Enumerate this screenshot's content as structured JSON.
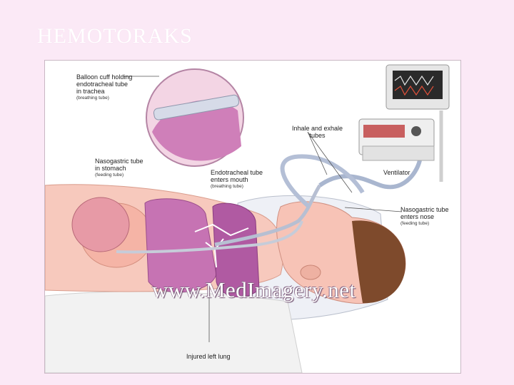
{
  "slide": {
    "title": "HEMOTORAKS"
  },
  "figure": {
    "labels": {
      "balloon": {
        "line1": "Balloon cuff holding",
        "line2": "endotracheal tube",
        "line3": "in trachea",
        "sub": "(breathing tube)"
      },
      "nasogastric_stomach": {
        "line1": "Nasogastric tube",
        "line2": "in stomach",
        "sub": "(feeding tube)"
      },
      "endotracheal": {
        "line1": "Endotracheal tube",
        "line2": "enters mouth",
        "sub": "(breathing tube)"
      },
      "inhale_exhale": {
        "line1": "Inhale and exhale",
        "line2": "tubes"
      },
      "ventilator": {
        "line1": "Ventilator"
      },
      "nasogastric_nose": {
        "line1": "Nasogastric tube",
        "line2": "enters nose",
        "sub": "(feeding tube)"
      },
      "injured_lung": {
        "line1": "Injured left lung"
      }
    },
    "watermark": "www.MedImagery.net",
    "colors": {
      "lung": "#c86fb4",
      "skin": "#f5c3b6",
      "hair": "#7a4a2a",
      "tube": "#b9c3d8"
    }
  }
}
